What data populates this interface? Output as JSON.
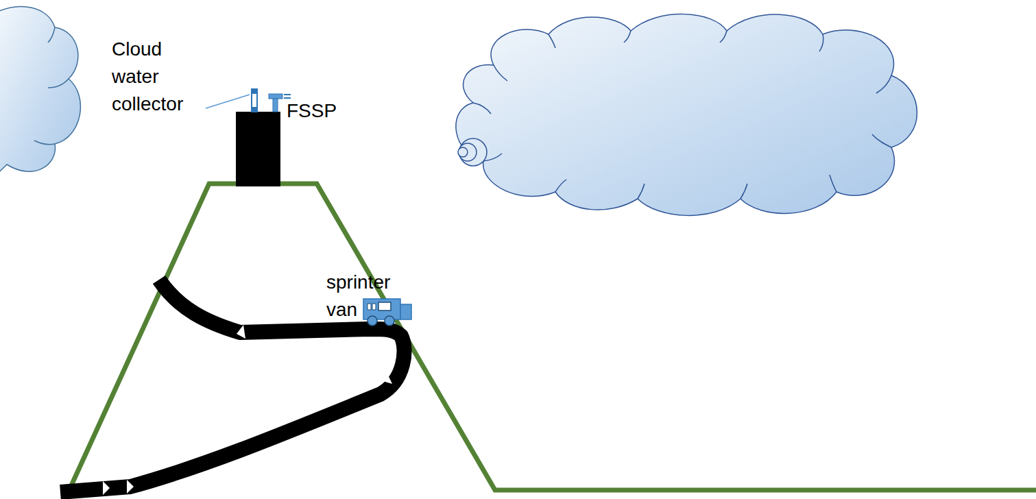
{
  "diagram": {
    "labels": [
      "Cloud water collector",
      "FSSP",
      "sprinter van"
    ]
  }
}
